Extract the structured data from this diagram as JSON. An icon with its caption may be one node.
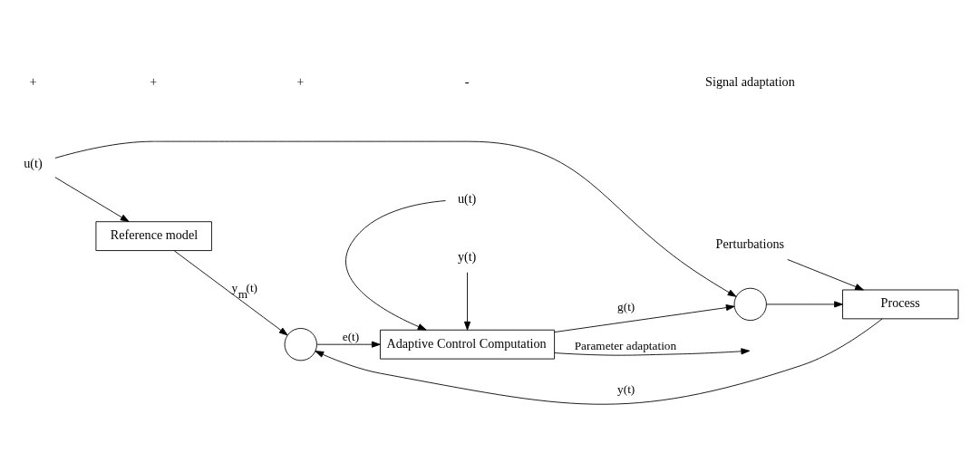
{
  "diagram": {
    "nodes": [
      {
        "text": [
          "u(t)"
        ]
      },
      {
        "text": [
          "Reference model"
        ]
      },
      {
        "text": [
          "Perturbations"
        ]
      },
      {
        "text": [],
        "shape": "circle"
      },
      {
        "text": [
          "Process"
        ]
      },
      {
        "text": [],
        "shape": "circle"
      },
      {
        "text": [
          "Adaptive Control Computation"
        ]
      },
      {
        "text": [
          "u(t)"
        ]
      },
      {
        "text": [
          "y(t)"
        ]
      }
    ],
    "edges": [
      {
        "from": 0,
        "to": 1,
        "arrow": "to"
      },
      {
        "from": 0,
        "to": 3,
        "arrow": "to"
      },
      {
        "from": 2,
        "to": 4,
        "arrow": "to"
      },
      {
        "from": 3,
        "to": 4,
        "arrow": "to"
      },
      {
        "from": 1,
        "to": 5,
        "arrow": "to",
        "label": "y$_{m}$(t)"
      },
      {
        "from": 4,
        "to": 5,
        "arrow": "to",
        "label": "y(t)"
      },
      {
        "from": 5,
        "to": 6,
        "arrow": "to",
        "label": "e(t)"
      },
      {
        "from": 7,
        "to": 6,
        "arrow": "to"
      },
      {
        "from": 8,
        "to": 6,
        "arrow": "to"
      },
      {
        "from": 6,
        "to": 3,
        "arrow": "to",
        "label": "g(t)"
      },
      {
        "from": 6,
        "to": null,
        "arrow": "to",
        "label": "Parameter adaptation"
      }
    ],
    "labels": [
      "+",
      "+",
      "+",
      "-",
      "Signal adaptation"
    ]
  }
}
